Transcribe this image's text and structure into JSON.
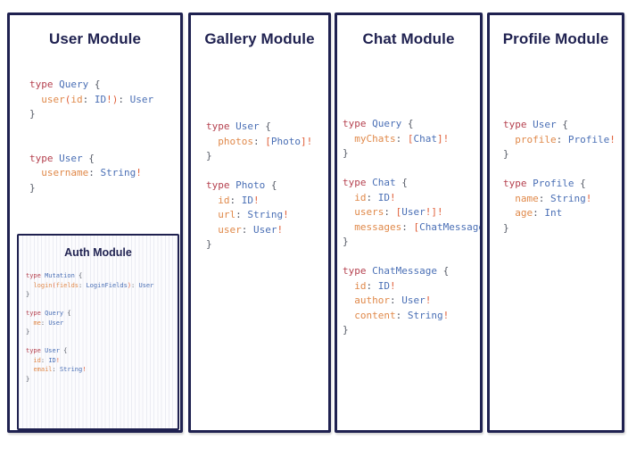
{
  "diagram": {
    "type": "graphql-schema-module-map",
    "background": "#ffffff",
    "palette": {
      "border": "#1f2150",
      "title": "#1f2150",
      "keyword": "#b5414f",
      "type_name": "#4a6fb5",
      "field_name": "#e0894a",
      "scalar": "#4a6fb5",
      "punctuation": "#555a66",
      "non_null_bang": "#e0603a",
      "subcard_background": "#fcfcfe"
    }
  },
  "cards": {
    "user": {
      "title": "User Module",
      "code_lines": [
        [
          {
            "t": "type ",
            "c": "kw"
          },
          {
            "t": "Query",
            "c": "tname"
          },
          {
            "t": " {",
            "c": "pun"
          }
        ],
        [
          {
            "t": "  ",
            "c": "pun"
          },
          {
            "t": "user",
            "c": "fld"
          },
          {
            "t": "(",
            "c": "bang"
          },
          {
            "t": "id",
            "c": "arg"
          },
          {
            "t": ": ",
            "c": "pun"
          },
          {
            "t": "ID",
            "c": "typ"
          },
          {
            "t": "!",
            "c": "bang"
          },
          {
            "t": ")",
            "c": "bang"
          },
          {
            "t": ": ",
            "c": "pun"
          },
          {
            "t": "User",
            "c": "typ"
          }
        ],
        [
          {
            "t": "}",
            "c": "pun"
          }
        ],
        [],
        [],
        [
          {
            "t": "type ",
            "c": "kw"
          },
          {
            "t": "User",
            "c": "tname"
          },
          {
            "t": " {",
            "c": "pun"
          }
        ],
        [
          {
            "t": "  ",
            "c": "pun"
          },
          {
            "t": "username",
            "c": "fld"
          },
          {
            "t": ": ",
            "c": "pun"
          },
          {
            "t": "String",
            "c": "typ"
          },
          {
            "t": "!",
            "c": "bang"
          }
        ],
        [
          {
            "t": "}",
            "c": "pun"
          }
        ]
      ]
    },
    "auth": {
      "title": "Auth Module",
      "code_lines": [
        [
          {
            "t": "type ",
            "c": "kw"
          },
          {
            "t": "Mutation",
            "c": "tname"
          },
          {
            "t": " {",
            "c": "pun"
          }
        ],
        [
          {
            "t": "  ",
            "c": "pun"
          },
          {
            "t": "login",
            "c": "fld"
          },
          {
            "t": "(",
            "c": "bang"
          },
          {
            "t": "fields",
            "c": "arg"
          },
          {
            "t": ": ",
            "c": "pun"
          },
          {
            "t": "LoginFields",
            "c": "typ"
          },
          {
            "t": ")",
            "c": "bang"
          },
          {
            "t": ": ",
            "c": "pun"
          },
          {
            "t": "User",
            "c": "typ"
          }
        ],
        [
          {
            "t": "}",
            "c": "pun"
          }
        ],
        [],
        [
          {
            "t": "type ",
            "c": "kw"
          },
          {
            "t": "Query",
            "c": "tname"
          },
          {
            "t": " {",
            "c": "pun"
          }
        ],
        [
          {
            "t": "  ",
            "c": "pun"
          },
          {
            "t": "me",
            "c": "fld"
          },
          {
            "t": ": ",
            "c": "pun"
          },
          {
            "t": "User",
            "c": "typ"
          }
        ],
        [
          {
            "t": "}",
            "c": "pun"
          }
        ],
        [],
        [
          {
            "t": "type ",
            "c": "kw"
          },
          {
            "t": "User",
            "c": "tname"
          },
          {
            "t": " {",
            "c": "pun"
          }
        ],
        [
          {
            "t": "  ",
            "c": "pun"
          },
          {
            "t": "id",
            "c": "fld"
          },
          {
            "t": ": ",
            "c": "pun"
          },
          {
            "t": "ID",
            "c": "typ"
          },
          {
            "t": "!",
            "c": "bang"
          }
        ],
        [
          {
            "t": "  ",
            "c": "pun"
          },
          {
            "t": "email",
            "c": "fld"
          },
          {
            "t": ": ",
            "c": "pun"
          },
          {
            "t": "String",
            "c": "typ"
          },
          {
            "t": "!",
            "c": "bang"
          }
        ],
        [
          {
            "t": "}",
            "c": "pun"
          }
        ]
      ]
    },
    "gallery": {
      "title": "Gallery Module",
      "code_lines": [
        [
          {
            "t": "type ",
            "c": "kw"
          },
          {
            "t": "User",
            "c": "tname"
          },
          {
            "t": " {",
            "c": "pun"
          }
        ],
        [
          {
            "t": "  ",
            "c": "pun"
          },
          {
            "t": "photos",
            "c": "fld"
          },
          {
            "t": ": ",
            "c": "pun"
          },
          {
            "t": "[",
            "c": "bang"
          },
          {
            "t": "Photo",
            "c": "typ"
          },
          {
            "t": "]",
            "c": "bang"
          },
          {
            "t": "!",
            "c": "bang"
          }
        ],
        [
          {
            "t": "}",
            "c": "pun"
          }
        ],
        [],
        [
          {
            "t": "type ",
            "c": "kw"
          },
          {
            "t": "Photo",
            "c": "tname"
          },
          {
            "t": " {",
            "c": "pun"
          }
        ],
        [
          {
            "t": "  ",
            "c": "pun"
          },
          {
            "t": "id",
            "c": "fld"
          },
          {
            "t": ": ",
            "c": "pun"
          },
          {
            "t": "ID",
            "c": "typ"
          },
          {
            "t": "!",
            "c": "bang"
          }
        ],
        [
          {
            "t": "  ",
            "c": "pun"
          },
          {
            "t": "url",
            "c": "fld"
          },
          {
            "t": ": ",
            "c": "pun"
          },
          {
            "t": "String",
            "c": "typ"
          },
          {
            "t": "!",
            "c": "bang"
          }
        ],
        [
          {
            "t": "  ",
            "c": "pun"
          },
          {
            "t": "user",
            "c": "fld"
          },
          {
            "t": ": ",
            "c": "pun"
          },
          {
            "t": "User",
            "c": "typ"
          },
          {
            "t": "!",
            "c": "bang"
          }
        ],
        [
          {
            "t": "}",
            "c": "pun"
          }
        ]
      ]
    },
    "chat": {
      "title": "Chat Module",
      "code_lines": [
        [
          {
            "t": "type ",
            "c": "kw"
          },
          {
            "t": "Query",
            "c": "tname"
          },
          {
            "t": " {",
            "c": "pun"
          }
        ],
        [
          {
            "t": "  ",
            "c": "pun"
          },
          {
            "t": "myChats",
            "c": "fld"
          },
          {
            "t": ": ",
            "c": "pun"
          },
          {
            "t": "[",
            "c": "bang"
          },
          {
            "t": "Chat",
            "c": "typ"
          },
          {
            "t": "]",
            "c": "bang"
          },
          {
            "t": "!",
            "c": "bang"
          }
        ],
        [
          {
            "t": "}",
            "c": "pun"
          }
        ],
        [],
        [
          {
            "t": "type ",
            "c": "kw"
          },
          {
            "t": "Chat",
            "c": "tname"
          },
          {
            "t": " {",
            "c": "pun"
          }
        ],
        [
          {
            "t": "  ",
            "c": "pun"
          },
          {
            "t": "id",
            "c": "fld"
          },
          {
            "t": ": ",
            "c": "pun"
          },
          {
            "t": "ID",
            "c": "typ"
          },
          {
            "t": "!",
            "c": "bang"
          }
        ],
        [
          {
            "t": "  ",
            "c": "pun"
          },
          {
            "t": "users",
            "c": "fld"
          },
          {
            "t": ": ",
            "c": "pun"
          },
          {
            "t": "[",
            "c": "bang"
          },
          {
            "t": "User",
            "c": "typ"
          },
          {
            "t": "!",
            "c": "bang"
          },
          {
            "t": "]",
            "c": "bang"
          },
          {
            "t": "!",
            "c": "bang"
          }
        ],
        [
          {
            "t": "  ",
            "c": "pun"
          },
          {
            "t": "messages",
            "c": "fld"
          },
          {
            "t": ": ",
            "c": "pun"
          },
          {
            "t": "[",
            "c": "bang"
          },
          {
            "t": "ChatMessage",
            "c": "typ"
          },
          {
            "t": "]",
            "c": "bang"
          },
          {
            "t": "!",
            "c": "bang"
          }
        ],
        [
          {
            "t": "}",
            "c": "pun"
          }
        ],
        [],
        [
          {
            "t": "type ",
            "c": "kw"
          },
          {
            "t": "ChatMessage",
            "c": "tname"
          },
          {
            "t": " {",
            "c": "pun"
          }
        ],
        [
          {
            "t": "  ",
            "c": "pun"
          },
          {
            "t": "id",
            "c": "fld"
          },
          {
            "t": ": ",
            "c": "pun"
          },
          {
            "t": "ID",
            "c": "typ"
          },
          {
            "t": "!",
            "c": "bang"
          }
        ],
        [
          {
            "t": "  ",
            "c": "pun"
          },
          {
            "t": "author",
            "c": "fld"
          },
          {
            "t": ": ",
            "c": "pun"
          },
          {
            "t": "User",
            "c": "typ"
          },
          {
            "t": "!",
            "c": "bang"
          }
        ],
        [
          {
            "t": "  ",
            "c": "pun"
          },
          {
            "t": "content",
            "c": "fld"
          },
          {
            "t": ": ",
            "c": "pun"
          },
          {
            "t": "String",
            "c": "typ"
          },
          {
            "t": "!",
            "c": "bang"
          }
        ],
        [
          {
            "t": "}",
            "c": "pun"
          }
        ]
      ]
    },
    "profile": {
      "title": "Profile Module",
      "code_lines": [
        [
          {
            "t": "type ",
            "c": "kw"
          },
          {
            "t": "User",
            "c": "tname"
          },
          {
            "t": " {",
            "c": "pun"
          }
        ],
        [
          {
            "t": "  ",
            "c": "pun"
          },
          {
            "t": "profile",
            "c": "fld"
          },
          {
            "t": ": ",
            "c": "pun"
          },
          {
            "t": "Profile",
            "c": "typ"
          },
          {
            "t": "!",
            "c": "bang"
          }
        ],
        [
          {
            "t": "}",
            "c": "pun"
          }
        ],
        [],
        [
          {
            "t": "type ",
            "c": "kw"
          },
          {
            "t": "Profile",
            "c": "tname"
          },
          {
            "t": " {",
            "c": "pun"
          }
        ],
        [
          {
            "t": "  ",
            "c": "pun"
          },
          {
            "t": "name",
            "c": "fld"
          },
          {
            "t": ": ",
            "c": "pun"
          },
          {
            "t": "String",
            "c": "typ"
          },
          {
            "t": "!",
            "c": "bang"
          }
        ],
        [
          {
            "t": "  ",
            "c": "pun"
          },
          {
            "t": "age",
            "c": "fld"
          },
          {
            "t": ": ",
            "c": "pun"
          },
          {
            "t": "Int",
            "c": "typ"
          }
        ],
        [
          {
            "t": "}",
            "c": "pun"
          }
        ]
      ]
    }
  }
}
